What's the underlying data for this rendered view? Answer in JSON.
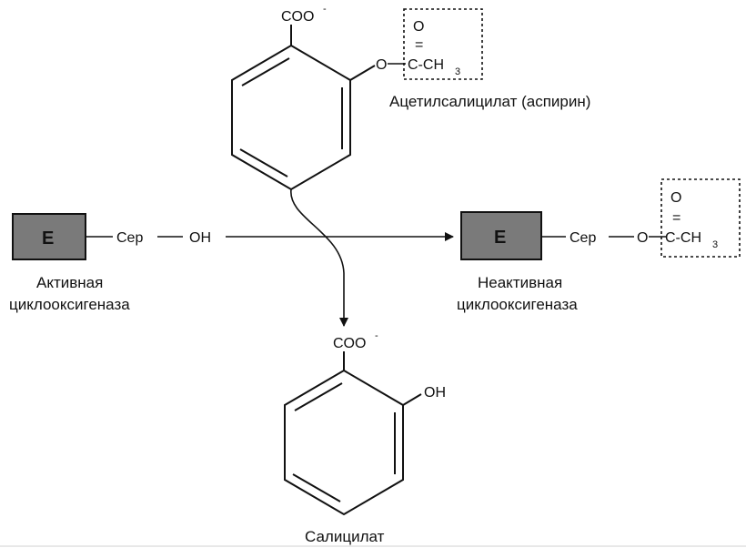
{
  "aspirin": {
    "carboxylate": "COO",
    "charge": "-",
    "ester_oxygen": "O",
    "carbonyl_oxygen": "O",
    "double_bond": "=",
    "carbon": "C-CH",
    "methyl_subscript": "3",
    "name": "Ацетилсалицилат (аспирин)"
  },
  "active_enzyme": {
    "box_label": "E",
    "serine": "Сер",
    "hydroxyl": "OH",
    "name_line1": "Активная",
    "name_line2": "циклооксигеназа"
  },
  "inactive_enzyme": {
    "box_label": "E",
    "serine": "Сер",
    "ester_oxygen": "O",
    "carbonyl_oxygen": "O",
    "double_bond": "=",
    "carbon": "C-CH",
    "methyl_subscript": "3",
    "name_line1": "Неактивная",
    "name_line2": "циклооксигеназа"
  },
  "salicylate": {
    "carboxylate": "COO",
    "charge": "-",
    "hydroxyl": "OH",
    "name": "Салицилат"
  }
}
